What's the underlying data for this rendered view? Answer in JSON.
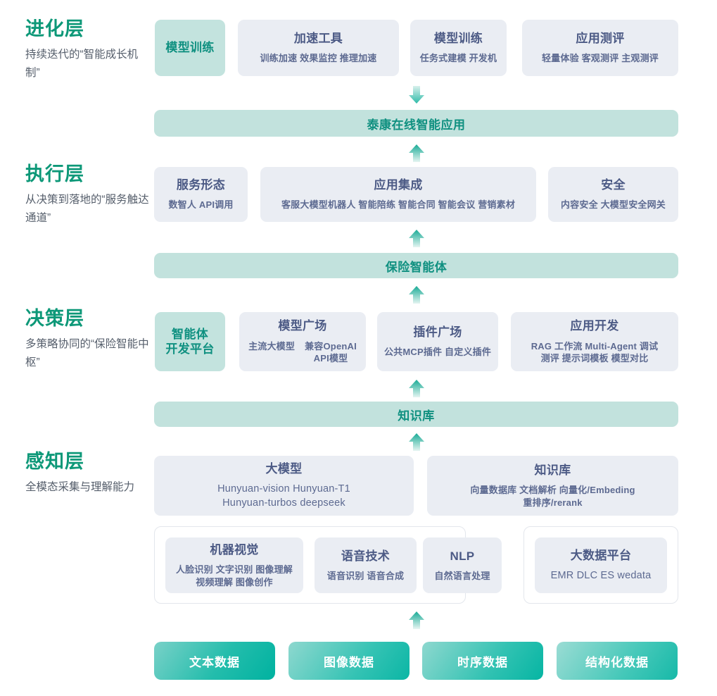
{
  "layers": [
    {
      "id": "evolution",
      "title": "进化层",
      "desc": "持续迭代的“智能成长机制”",
      "cards": [
        {
          "title": "模型训练",
          "sub": "",
          "style": "teal"
        },
        {
          "title": "加速工具",
          "sub": "训练加速 效果监控 推理加速",
          "style": "grey"
        },
        {
          "title": "模型训练",
          "sub": "任务式建模 开发机",
          "style": "grey"
        },
        {
          "title": "应用测评",
          "sub": "轻量体验 客观测评 主观测评",
          "style": "grey"
        }
      ],
      "banner": "泰康在线智能应用"
    },
    {
      "id": "execution",
      "title": "执行层",
      "desc": "从决策到落地的“服务触达通道”",
      "cards": [
        {
          "title": "服务形态",
          "sub": "数智人 API调用",
          "style": "grey"
        },
        {
          "title": "应用集成",
          "sub": "客服大模型机器人 智能陪练 智能合同 智能会议 营销素材",
          "style": "grey"
        },
        {
          "title": "安全",
          "sub": "内容安全 大模型安全网关",
          "style": "grey"
        }
      ],
      "banner": "保险智能体"
    },
    {
      "id": "decision",
      "title": "决策层",
      "desc": "多策略协同的“保险智能中枢”",
      "cards": [
        {
          "title": "智能体\n开发平台",
          "sub": "",
          "style": "teal"
        },
        {
          "title": "模型广场",
          "sub_parts": [
            "主流大模型",
            "兼容OpenAI\nAPI模型"
          ],
          "style": "grey"
        },
        {
          "title": "插件广场",
          "sub": "公共MCP插件 自定义插件",
          "style": "grey"
        },
        {
          "title": "应用开发",
          "sub": "RAG 工作流 Multi-Agent 调试\n测评 提示词模板 模型对比",
          "style": "grey"
        }
      ],
      "banner": "知识库"
    },
    {
      "id": "perception",
      "title": "感知层",
      "desc": "全模态采集与理解能力",
      "cards": [
        {
          "title": "大模型",
          "sub": "Hunyuan-vision Hunyuan-T1\nHunyuan-turbos deepseek",
          "style": "grey"
        },
        {
          "title": "知识库",
          "sub": "向量数据库 文档解析 向量化/Embeding\n重排序/rerank",
          "style": "grey"
        }
      ],
      "group_left": [
        {
          "title": "机器视觉",
          "sub": "人脸识别 文字识别 图像理解\n视频理解 图像创作"
        },
        {
          "title": "语音技术",
          "sub": "语音识别 语音合成"
        },
        {
          "title": "NLP",
          "sub": "自然语言处理"
        }
      ],
      "group_right": [
        {
          "title": "大数据平台",
          "sub": "EMR DLC ES wedata"
        }
      ]
    }
  ],
  "data_chips": [
    {
      "label": "文本数据"
    },
    {
      "label": "图像数据"
    },
    {
      "label": "时序数据"
    },
    {
      "label": "结构化数据"
    }
  ],
  "arrows": [
    {
      "name": "arrow-down-to-app-banner",
      "direction": "down"
    },
    {
      "name": "arrow-up-from-app-banner",
      "direction": "up"
    },
    {
      "name": "arrow-up-to-agent-banner",
      "direction": "up"
    },
    {
      "name": "arrow-up-from-agent-banner",
      "direction": "up"
    },
    {
      "name": "arrow-up-to-knowledge-banner",
      "direction": "up"
    },
    {
      "name": "arrow-up-from-knowledge-banner",
      "direction": "up"
    },
    {
      "name": "arrow-up-from-data-chips",
      "direction": "up"
    }
  ],
  "colors": {
    "accent_teal": "#0d9878",
    "banner_bg": "#c2e2dd",
    "card_bg": "#eaedf3",
    "card_title": "#4c5a85",
    "chip_gradient_start": "#7fd3ca",
    "chip_gradient_end": "#00b3a0"
  }
}
